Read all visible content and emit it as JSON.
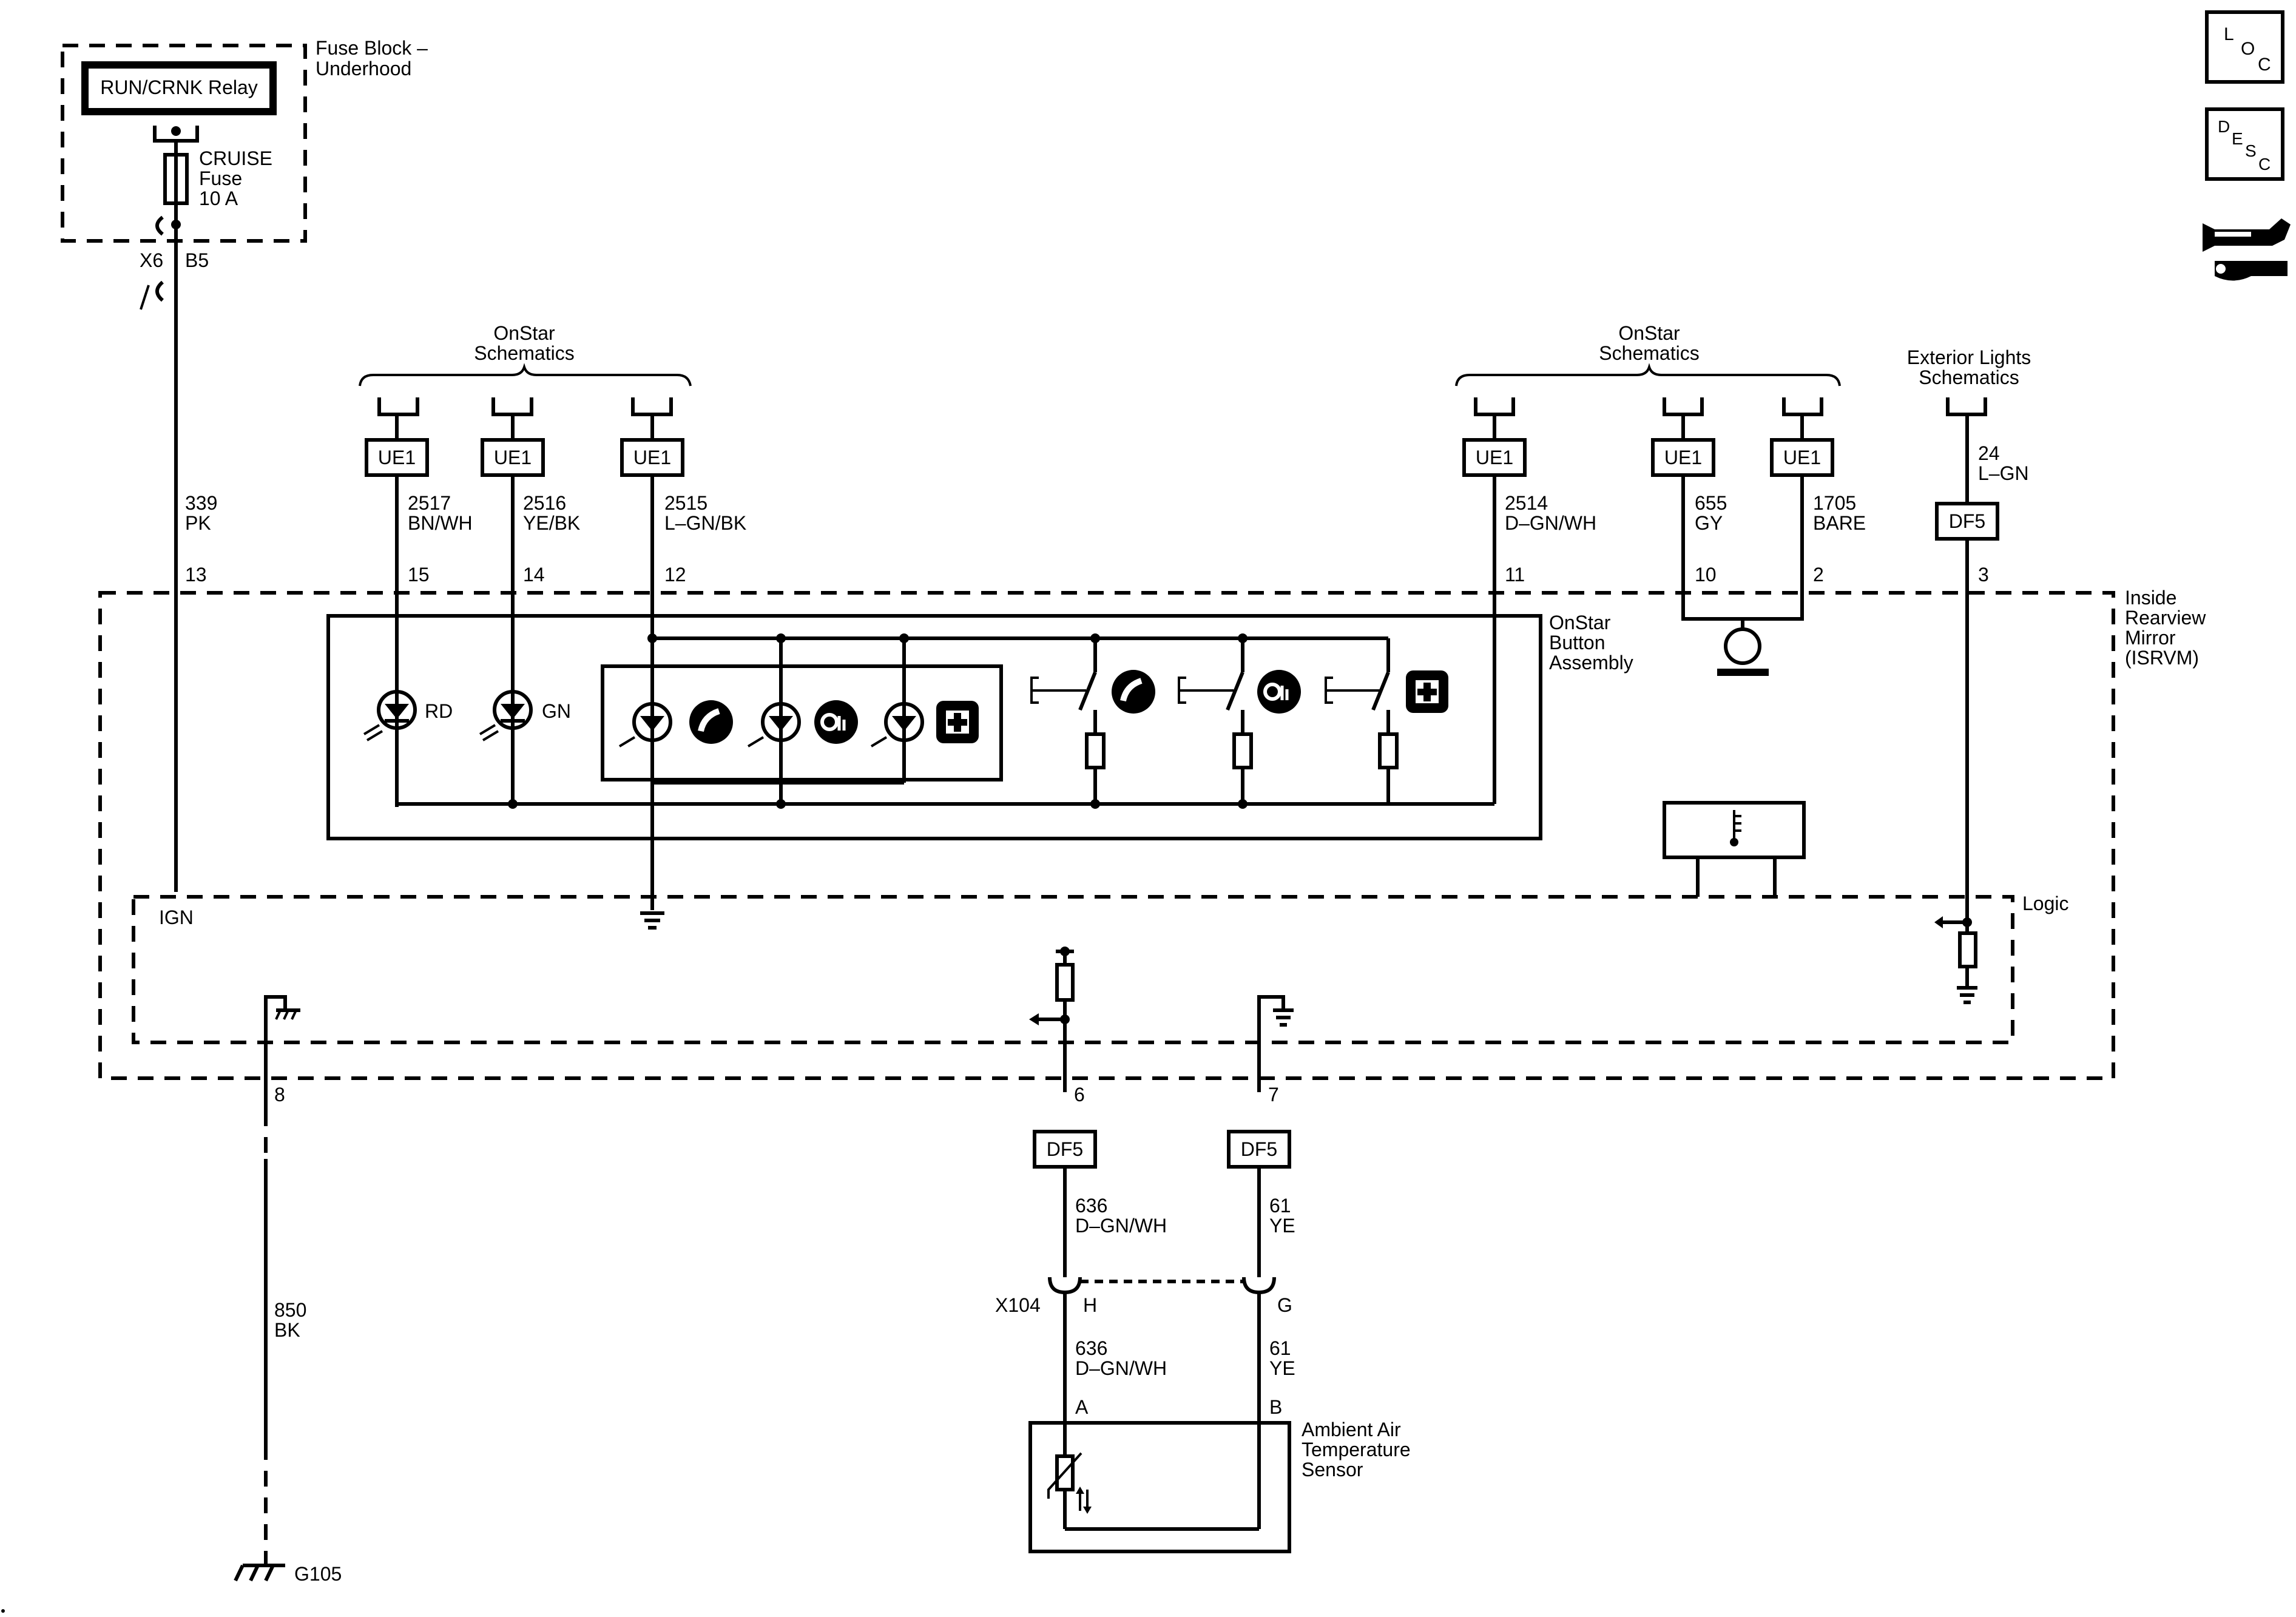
{
  "fuse_block": {
    "title": "Fuse Block –",
    "title2": "Underhood",
    "relay": "RUN/CRNK Relay",
    "fuse_name": "CRUISE",
    "fuse_word": "Fuse",
    "fuse_rating": "10 A",
    "connector": "X6",
    "cavity": "B5"
  },
  "nav": {
    "loc_icon": "loc-icon",
    "desc_icon": "desc-icon",
    "repair_icon": "connector-repair-icon",
    "loc_letters": [
      "L",
      "O",
      "C"
    ],
    "desc_letters": [
      "D",
      "E",
      "S",
      "C"
    ]
  },
  "refs": {
    "onstar_left_1": "OnStar",
    "onstar_left_2": "Schematics",
    "onstar_right_1": "OnStar",
    "onstar_right_2": "Schematics",
    "ext_lights_1": "Exterior Lights",
    "ext_lights_2": "Schematics"
  },
  "inline": {
    "ue1": "UE1",
    "df5": "DF5"
  },
  "wires": {
    "w339": "339",
    "w339_color": "PK",
    "pin13": "13",
    "w2517": "2517",
    "w2517_color": "BN/WH",
    "pin15": "15",
    "w2516": "2516",
    "w2516_color": "YE/BK",
    "pin14": "14",
    "w2515": "2515",
    "w2515_color": "L–GN/BK",
    "pin12": "12",
    "w2514": "2514",
    "w2514_color": "D–GN/WH",
    "pin11": "11",
    "w655": "655",
    "w655_color": "GY",
    "pin10": "10",
    "w1705": "1705",
    "w1705_color": "BARE",
    "pin2": "2",
    "w24": "24",
    "w24_color": "L–GN",
    "pin3": "3",
    "pin8": "8",
    "w850": "850",
    "w850_color": "BK",
    "ground": "G105",
    "pin6": "6",
    "pin7": "7",
    "w636": "636",
    "w636_color": "D–GN/WH",
    "w61": "61",
    "w61_color": "YE",
    "x104": "X104",
    "x104_h": "H",
    "x104_g": "G",
    "w636b": "636",
    "w636b_color": "D–GN/WH",
    "w61b": "61",
    "w61b_color": "YE",
    "sensor_a": "A",
    "sensor_b": "B"
  },
  "isrvm": {
    "l1": "Inside",
    "l2": "Rearview",
    "l3": "Mirror",
    "l4": "(ISRVM)",
    "logic": "Logic",
    "ign": "IGN"
  },
  "button_assembly": {
    "l1": "OnStar",
    "l2": "Button",
    "l3": "Assembly",
    "led_red": "RD",
    "led_green": "GN"
  },
  "sensor": {
    "l1": "Ambient Air",
    "l2": "Temperature",
    "l3": "Sensor"
  }
}
